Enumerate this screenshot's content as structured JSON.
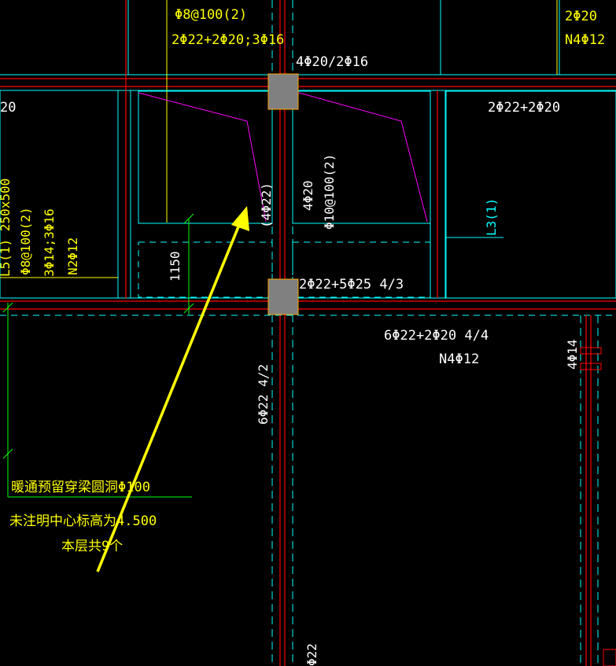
{
  "colors": {
    "background": "#000000",
    "beam_line": "#ff0000",
    "outline": "#00ffff",
    "annotation_white": "#ffffff",
    "annotation_yellow": "#ffff00",
    "rebar_line": "#ff00ff",
    "arrow": "#ffff00",
    "column_fill": "#808080",
    "column_border": "#ffa500",
    "dimension": "#00ff00"
  },
  "labels": {
    "top_stirrup": "Φ8@100(2)",
    "top_bars": "2Φ22+2Φ20;3Φ16",
    "top_right_bars": "2Φ20",
    "top_right_waist": "N4Φ12",
    "beam_top_center": "4Φ20/2Φ16",
    "right_panel_bars": "2Φ22+2Φ20",
    "left_edge_bar": "20",
    "left_beam_size": "L5(1) 250x500",
    "left_stirrup": "Φ8@100(2)",
    "left_bars": "3Φ14;3Φ16",
    "left_waist": "N2Φ12",
    "rebar_vert_a": "(4Φ22)",
    "rebar_vert_b": "4Φ20",
    "rebar_vert_c": "Φ10@100(2)",
    "beam_tag_l3": "L3(1)",
    "dimension_1150": "1150",
    "mid_bars": "2Φ22+5Φ25 4/3",
    "bottom_bars": "6Φ22+2Φ20 4/4",
    "bottom_waist": "N4Φ12",
    "right_vertical": "4Φ14",
    "vertical_beam_bars": "6Φ22 4/2",
    "bottom_edge_bar": "Φ22",
    "note_line1": "暖通预留穿梁圆洞Φ100",
    "note_line2": "未注明中心标高为4.500",
    "note_line3": "本层共9个"
  }
}
